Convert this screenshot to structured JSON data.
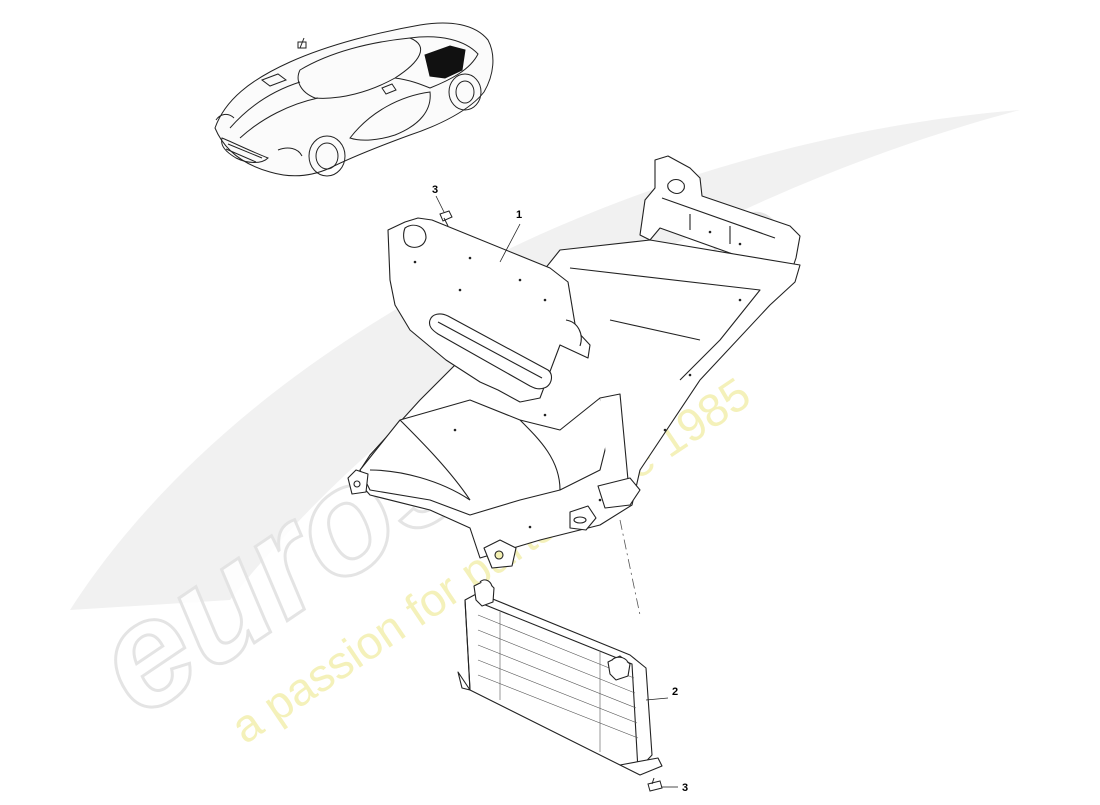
{
  "diagram": {
    "callouts": {
      "part_1": "1",
      "part_2": "2",
      "part_3_top": "3",
      "part_3_bottom": "3"
    }
  },
  "watermark": {
    "brand": "eurospares",
    "tagline": "a passion for parts since 1985"
  },
  "colors": {
    "line": "#222222",
    "watermark_grey": "#e9e9e9",
    "watermark_yellow": "#f4f1b3",
    "highlight": "#111111"
  }
}
